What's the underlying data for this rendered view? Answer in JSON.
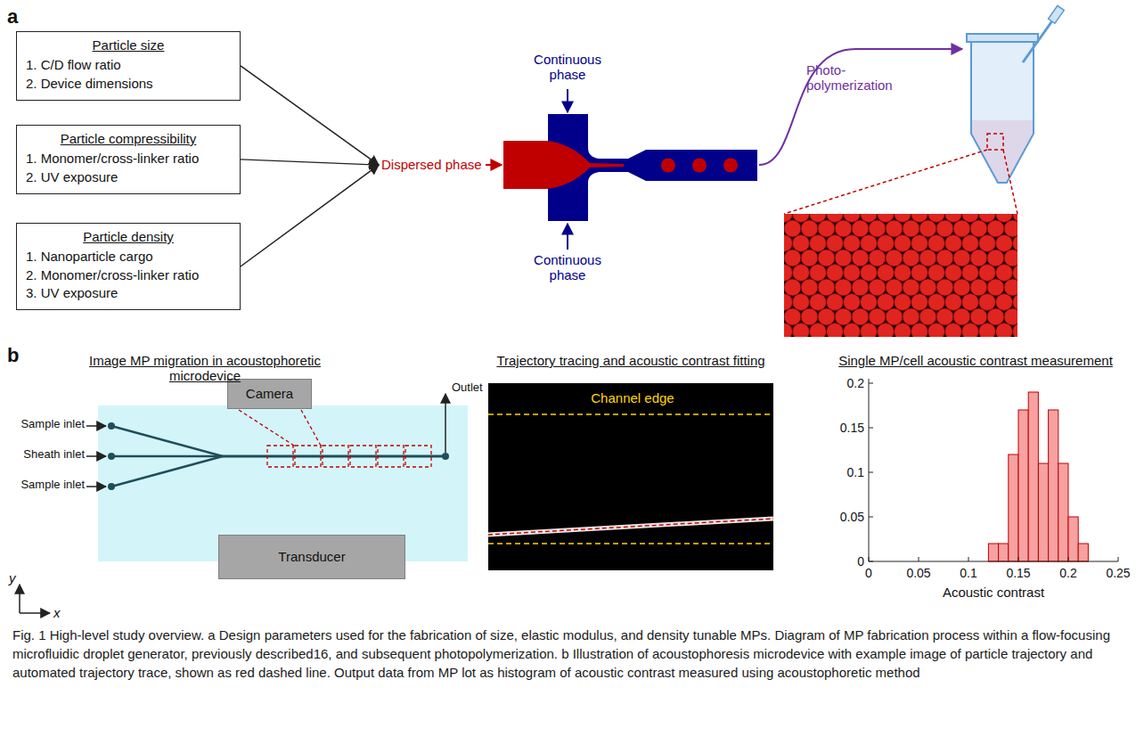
{
  "diagram": {
    "caption": "Fig. 1 High-level study overview. a Design parameters used for the fabrication of size, elastic modulus, and density tunable MPs. Diagram of MP fabrication process within a flow-focusing microfluidic droplet generator, previously described16, and subsequent photopolymerization. b Illustration of acoustophoresis microdevice with example image of particle trajectory and automated trajectory trace, shown as red dashed line. Output data from MP lot as histogram of acoustic contrast measured using acoustophoretic method",
    "nodes": [
      {
        "text": [
          "Particle size",
          "1. C/D flow ratio",
          "2. Device dimensions"
        ]
      },
      {
        "text": [
          "Particle compressibility",
          "1. Monomer/cross-linker ratio",
          "2. UV exposure"
        ]
      },
      {
        "text": [
          "Particle density",
          "1. Nanoparticle cargo",
          "2. Monomer/cross-linker ratio",
          "3. UV exposure"
        ]
      },
      {
        "text": [
          "Dispersed phase"
        ]
      },
      {
        "text": [
          "Camera"
        ]
      },
      {
        "text": [
          "Transducer"
        ]
      }
    ],
    "edges": [
      {
        "from": 0,
        "to": 3,
        "arrow": "to"
      },
      {
        "from": 1,
        "to": 3,
        "arrow": "to"
      },
      {
        "from": 2,
        "to": 3,
        "arrow": "to"
      }
    ],
    "labels": [
      "a",
      "Continuous phase",
      "Continuous phase",
      "Photo-polymerization",
      "b",
      "Image MP migration in acoustophoretic microdevice",
      "Trajectory tracing and acoustic contrast fitting",
      "Single MP/cell acoustic contrast measurement",
      "Sample inlet",
      "Sheath inlet",
      "Sample inlet",
      "Outlet",
      "y",
      "x",
      "Channel edge",
      "0.2",
      "0.15",
      "0.1",
      "0.05",
      "0",
      "0",
      "0.05",
      "0.1",
      "0.15",
      "0.2",
      "0.25",
      "Acoustic contrast"
    ]
  }
}
